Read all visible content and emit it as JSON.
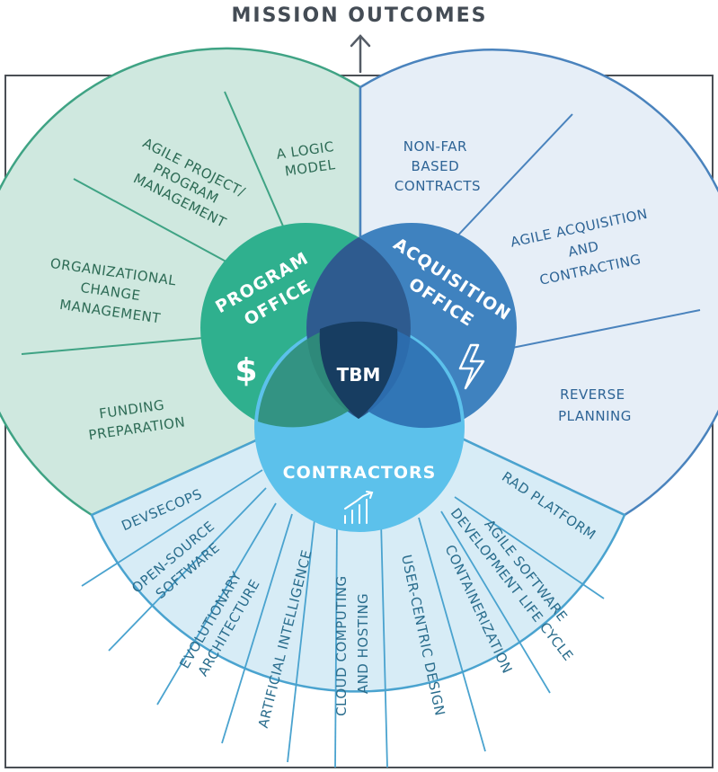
{
  "title": "MISSION OUTCOMES",
  "center": "TBM",
  "circles": {
    "program": [
      "PROGRAM",
      "OFFICE"
    ],
    "program_symbol": "$",
    "acquisition": [
      "ACQUISITION",
      "OFFICE"
    ],
    "contractors": "CONTRACTORS"
  },
  "program_items": {
    "logic_model": [
      "A LOGIC",
      "MODEL"
    ],
    "agile_pm": [
      "AGILE PROJECT/",
      "PROGRAM",
      "MANAGEMENT"
    ],
    "org_change": [
      "ORGANIZATIONAL",
      "CHANGE",
      "MANAGEMENT"
    ],
    "funding": [
      "FUNDING",
      "PREPARATION"
    ]
  },
  "acquisition_items": {
    "non_far": [
      "NON-FAR",
      "BASED",
      "CONTRACTS"
    ],
    "agile_acq": [
      "AGILE ACQUISITION",
      "AND",
      "CONTRACTING"
    ],
    "reverse": [
      "REVERSE",
      "PLANNING"
    ]
  },
  "contractor_items": {
    "devsecops": "DEVSECOPS",
    "open_source": [
      "OPEN-SOURCE",
      "SOFTWARE"
    ],
    "evolutionary": [
      "EVOLUTIONARY",
      "ARCHITECTURE"
    ],
    "ai": "ARTIFICIAL INTELLIGENCE",
    "cloud": [
      "CLOUD COMPUTING",
      "AND HOSTING"
    ],
    "ucd": "USER-CENTRIC DESIGN",
    "containerization": "CONTAINERIZATION",
    "agile_sdlc": [
      "AGILE SOFTWARE",
      "DEVELOPMENT LIFE CYCLE"
    ],
    "rad": "RAD PLATFORM"
  },
  "colors": {
    "green_fill": "#cfe8df",
    "green_stroke": "#3fa384",
    "blue_fill": "#e6eef7",
    "blue_stroke": "#4a83bd",
    "cyan_fill": "#d7ecf6",
    "cyan_stroke": "#4aa3cf",
    "program_circle": "#2fb08e",
    "acquisition_circle": "#3f82bf",
    "contractors_circle": "#5cc1eb",
    "center": "#173d61"
  }
}
